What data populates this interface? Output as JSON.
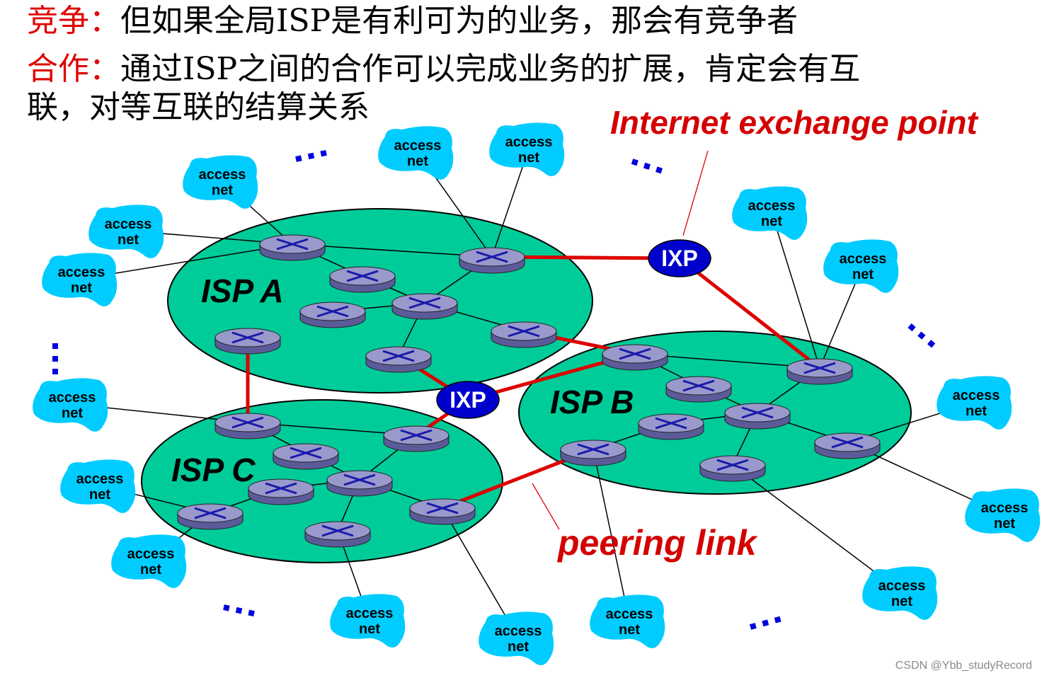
{
  "text_lines": [
    {
      "lead": "竞争：",
      "body": "但如果全局ISP是有利可为的业务，那会有竞争者"
    },
    {
      "lead": "合作：",
      "body": "通过ISP之间的合作可以完成业务的扩展，肯定会有互"
    },
    {
      "lead": "",
      "body": "联，对等互联的结算关系"
    }
  ],
  "diagram": {
    "isps": [
      "ISP A",
      "ISP B",
      "ISP C"
    ],
    "ixp_label": "IXP",
    "access_net": "access\nnet",
    "ellipsis": "...",
    "annotations": {
      "ixp": "Internet exchange point",
      "peering": "peering link"
    }
  },
  "footer": "CSDN @Ybb_studyRecord",
  "colors": {
    "isp_fill": "#00cc99",
    "access_fill": "#00ccff",
    "router_fill": "#9999cc",
    "ixp_fill": "#0000cc",
    "link_red": "#dd0000",
    "lead_red": "#e00000",
    "ellipsis_blue": "#0000dd"
  }
}
